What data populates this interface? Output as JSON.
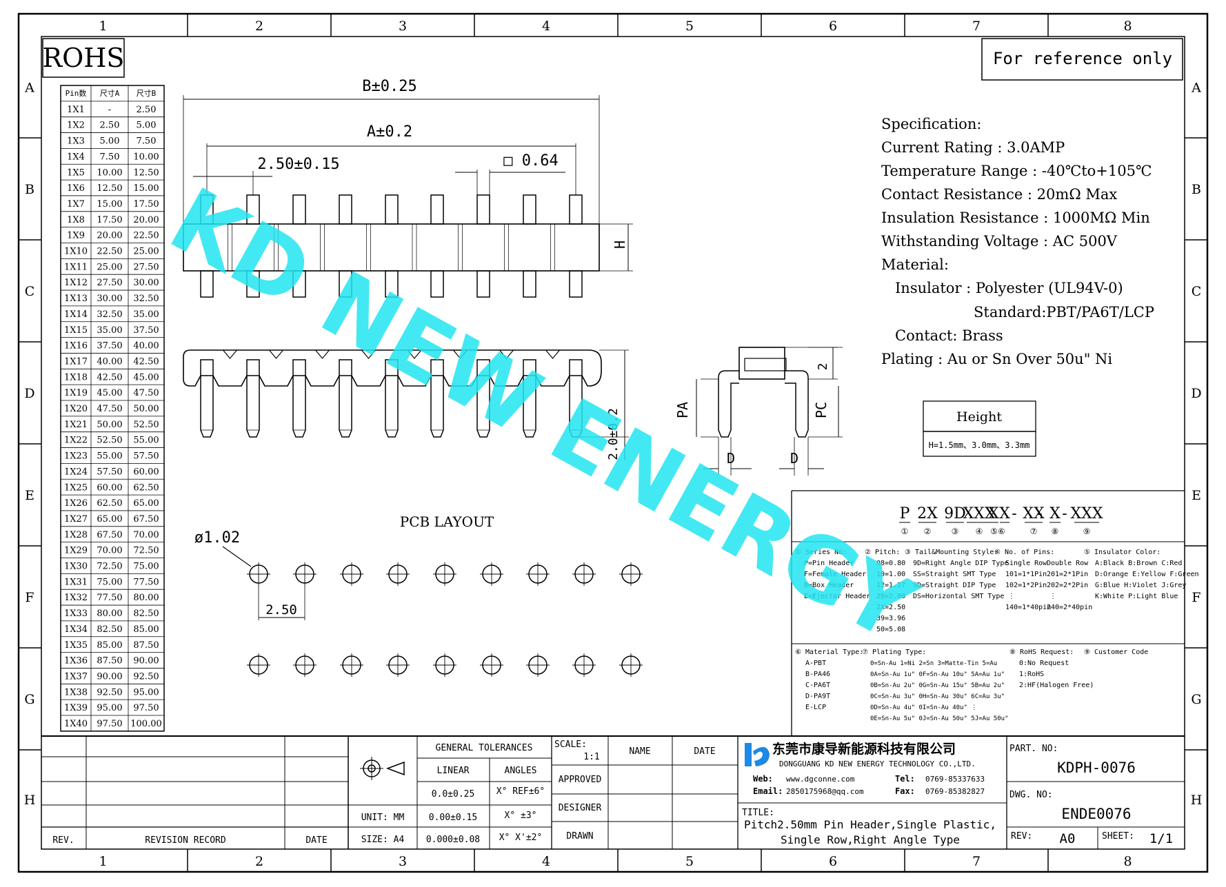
{
  "grid": {
    "columns": [
      "1",
      "2",
      "3",
      "4",
      "5",
      "6",
      "7",
      "8"
    ],
    "rows": [
      "A",
      "B",
      "C",
      "D",
      "E",
      "F",
      "G",
      "H"
    ]
  },
  "rohs": "ROHS",
  "reference_note": "For reference only",
  "watermark": "KD NEW ENERGY",
  "watermark_color": "#22e6f0",
  "pin_table": {
    "headers": [
      "Pin数",
      "尺寸A",
      "尺寸B"
    ],
    "rows": [
      [
        "1X1",
        "-",
        "2.50"
      ],
      [
        "1X2",
        "2.50",
        "5.00"
      ],
      [
        "1X3",
        "5.00",
        "7.50"
      ],
      [
        "1X4",
        "7.50",
        "10.00"
      ],
      [
        "1X5",
        "10.00",
        "12.50"
      ],
      [
        "1X6",
        "12.50",
        "15.00"
      ],
      [
        "1X7",
        "15.00",
        "17.50"
      ],
      [
        "1X8",
        "17.50",
        "20.00"
      ],
      [
        "1X9",
        "20.00",
        "22.50"
      ],
      [
        "1X10",
        "22.50",
        "25.00"
      ],
      [
        "1X11",
        "25.00",
        "27.50"
      ],
      [
        "1X12",
        "27.50",
        "30.00"
      ],
      [
        "1X13",
        "30.00",
        "32.50"
      ],
      [
        "1X14",
        "32.50",
        "35.00"
      ],
      [
        "1X15",
        "35.00",
        "37.50"
      ],
      [
        "1X16",
        "37.50",
        "40.00"
      ],
      [
        "1X17",
        "40.00",
        "42.50"
      ],
      [
        "1X18",
        "42.50",
        "45.00"
      ],
      [
        "1X19",
        "45.00",
        "47.50"
      ],
      [
        "1X20",
        "47.50",
        "50.00"
      ],
      [
        "1X21",
        "50.00",
        "52.50"
      ],
      [
        "1X22",
        "52.50",
        "55.00"
      ],
      [
        "1X23",
        "55.00",
        "57.50"
      ],
      [
        "1X24",
        "57.50",
        "60.00"
      ],
      [
        "1X25",
        "60.00",
        "62.50"
      ],
      [
        "1X26",
        "62.50",
        "65.00"
      ],
      [
        "1X27",
        "65.00",
        "67.50"
      ],
      [
        "1X28",
        "67.50",
        "70.00"
      ],
      [
        "1X29",
        "70.00",
        "72.50"
      ],
      [
        "1X30",
        "72.50",
        "75.00"
      ],
      [
        "1X31",
        "75.00",
        "77.50"
      ],
      [
        "1X32",
        "77.50",
        "80.00"
      ],
      [
        "1X33",
        "80.00",
        "82.50"
      ],
      [
        "1X34",
        "82.50",
        "85.00"
      ],
      [
        "1X35",
        "85.00",
        "87.50"
      ],
      [
        "1X36",
        "87.50",
        "90.00"
      ],
      [
        "1X37",
        "90.00",
        "92.50"
      ],
      [
        "1X38",
        "92.50",
        "95.00"
      ],
      [
        "1X39",
        "95.00",
        "97.50"
      ],
      [
        "1X40",
        "97.50",
        "100.00"
      ]
    ]
  },
  "dims": {
    "b": "B±0.25",
    "a": "A±0.2",
    "pitch": "2.50±0.15",
    "square": "□ 0.64",
    "h": "H",
    "two": "2",
    "pa": "PA",
    "pc": "PC",
    "d1": "D",
    "d2": "D",
    "height_20": "2.0±0.2",
    "pcb_layout": "PCB LAYOUT",
    "hole": "ø1.02",
    "pcb_pitch": "2.50"
  },
  "spec": {
    "title": "Specification:",
    "current": "Current Rating : 3.0AMP",
    "temperature": "Temperature Range : -40℃to+105℃",
    "contact_resistance": "Contact Resistance : 20mΩ Max",
    "insulation": "Insulation Resistance : 1000MΩ Min",
    "voltage": "Withstanding Voltage : AC 500V",
    "material": "Material:",
    "insulator": "Insulator : Polyester (UL94V-0)",
    "standard": "Standard:PBT/PA6T/LCP",
    "contact": "Contact: Brass",
    "plating": "Plating : Au or Sn Over 50u\" Ni"
  },
  "height_box": {
    "title": "Height",
    "value": "H=1.5mm、3.0mm、3.3mm"
  },
  "part_code": {
    "segments": [
      "P",
      "2X",
      "9D",
      "XXX",
      "X",
      "X",
      "XX",
      "X",
      "XXX"
    ],
    "dashes": [
      "-",
      "-",
      "-"
    ],
    "markers": [
      "①",
      "②",
      "③",
      "④",
      "⑤⑥",
      "⑦",
      "⑧",
      "⑨"
    ]
  },
  "code_legend": {
    "series": {
      "title": "① Series No:",
      "lines": [
        "P=Pin Header",
        "F=Female Header",
        "B=Box Header",
        "E=Ejector Header"
      ]
    },
    "pitch": {
      "title": "② Pitch:",
      "lines": [
        "08=0.80",
        "10=1.00",
        "12=1.27",
        "20=2.00",
        "2X=2.50",
        "39=3.96",
        "50=5.08"
      ]
    },
    "tail": {
      "title": "③ Tail&Mounting Style:",
      "lines": [
        "9D=Right Angle DIP Type",
        "SS=Straight SMT Type",
        "SD=Straight DIP Type",
        "DS=Horizontal SMT Type"
      ]
    },
    "pins": {
      "title": "④ No. of Pins:",
      "col1_head": "Single Row",
      "col2_head": "Double Row",
      "col1": [
        "101=1*1Pin",
        "102=1*2Pin",
        "⋮",
        "140=1*40pin"
      ],
      "col2": [
        "201=2*1Pin",
        "202=2*2Pin",
        "⋮",
        "240=2*40pin"
      ]
    },
    "color": {
      "title": "⑤ Insulator Color:",
      "lines": [
        "A:Black  B:Brown  C:Red",
        "D:Orange E:Yellow F:Green",
        "G:Blue   H:Violet J:Grey",
        "K:White  P:Light Blue"
      ]
    },
    "material": {
      "title": "⑥ Material Type:",
      "lines": [
        "A-PBT",
        "B-PA46",
        "C-PA6T",
        "D-PA9T",
        "E-LCP"
      ]
    },
    "plating": {
      "title": "⑦ Plating Type:",
      "lines": [
        "0=Sn-Au 1=Ni 2=Sn 3=Matte-Tin 5=Au",
        "0A=Sn-Au 1u\" 0F=Sn-Au 10u\" 5A=Au 1u\"",
        "0B=Sn-Au 2u\" 0G=Sn-Au 15u\" 5B=Au 2u\"",
        "0C=Sn-Au 3u\" 0H=Sn-Au 30u\" 6C=Au 3u\"",
        "0D=Sn-Au 4u\" 0I=Sn-Au 40u\"   ⋮",
        "0E=Sn-Au 5u\" 0J=Sn-Au 50u\" 5J=Au 50u\""
      ]
    },
    "rohs": {
      "title": "⑧ RoHS Request:",
      "lines": [
        "0:No Request",
        "1:RoHS",
        "2:HF(Halogen Free)"
      ]
    },
    "customer": {
      "title": "⑨ Customer Code"
    }
  },
  "title_block": {
    "general_tolerances": "GENERAL TOLERANCES",
    "linear": "LINEAR",
    "angles": "ANGLES",
    "lin1": "0.0±0.25",
    "lin2": "0.00±0.15",
    "lin3": "0.000±0.08",
    "ang1": "X° REF±6°",
    "ang2": "X° ±3°",
    "ang3": "X° X'±2°",
    "unit": "UNIT: MM",
    "size": "SIZE: A4",
    "rev": "REV.",
    "revision_record": "REVISION RECORD",
    "date": "DATE",
    "scale_label": "SCALE:",
    "scale_value": "1:1",
    "name": "NAME",
    "date2": "DATE",
    "approved": "APPROVED",
    "designer": "DESIGNER",
    "drawn": "DRAWN",
    "company_cn": "东莞市康导新能源科技有限公司",
    "company_en": "DONGGUANG KD NEW ENERGY TECHNOLOGY CO.,LTD.",
    "web_label": "Web:",
    "web": "www.dgconne.com",
    "tel_label": "Tel:",
    "tel": "0769-85337633",
    "email_label": "Email:",
    "email": "2850175968@qq.com",
    "fax_label": "Fax:",
    "fax": "0769-85382827",
    "title_label": "TITLE:",
    "title_line1": "Pitch2.50mm Pin Header,Single Plastic,",
    "title_line2": "Single Row,Right Angle Type",
    "part_no_label": "PART. NO:",
    "part_no": "KDPH-0076",
    "dwg_no_label": "DWG. NO:",
    "dwg_no": "ENDE0076",
    "rev_label": "REV:",
    "rev_value": "A0",
    "sheet_label": "SHEET:",
    "sheet_value": "1/1",
    "logo": "kd"
  }
}
